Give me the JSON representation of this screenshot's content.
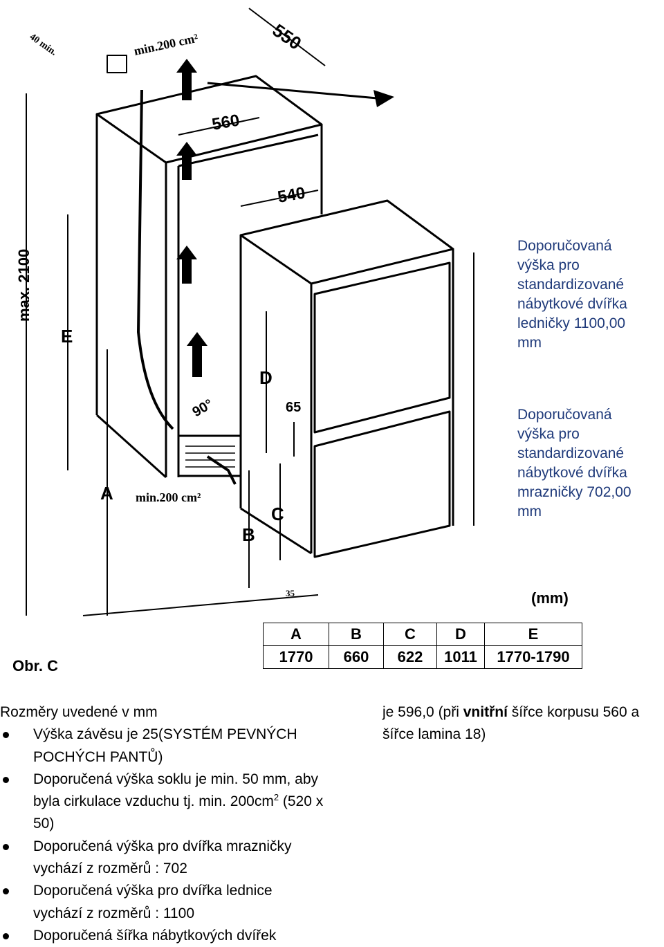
{
  "drawing": {
    "labels": {
      "gap_40": "40 min.",
      "vent_top": "min.200 cm²",
      "vent_bottom": "min.200 cm²",
      "depth_550": "550",
      "depth_560": "560",
      "depth_540": "540",
      "max_height": "max. 2100",
      "angle": "90°",
      "gap_65": "65",
      "gap_35": "35",
      "letter_a": "A",
      "letter_b": "B",
      "letter_c": "C",
      "letter_d": "D",
      "letter_e": "E"
    }
  },
  "notes": {
    "fridge_door": "Doporučovaná\nvýška pro\nstandardizované\nnábytkové dvířka\nledničky 1100,00\nmm",
    "freezer_door": "Doporučovaná\nvýška pro\nstandardizované\nnábytkové dvířka\nmrazničky 702,00\nmm"
  },
  "unit_label": "(mm)",
  "figure_label": "Obr. C",
  "table": {
    "headers": [
      "A",
      "B",
      "C",
      "D",
      "E"
    ],
    "values": [
      "1770",
      "660",
      "622",
      "1011",
      "1770-1790"
    ]
  },
  "text": {
    "intro": "Rozměry uvedené v mm",
    "bullet1": "Výška závěsu je 25(SYSTÉM PEVNÝCH POCHÝCH PANTŮ)",
    "bullet2_a": "Doporučená výška soklu je min. 50 mm, aby byla cirkulace vzduchu tj. min. 200cm",
    "bullet2_sup": "2",
    "bullet2_b": " (520 x 50)",
    "bullet3": "Doporučená výška pro dvířka mrazničky vychází z rozměrů : 702",
    "bullet4": "Doporučená výška pro dvířka lednice vychází z rozměrů : 1100",
    "bullet5": "Doporučená šířka nábytkových dvířek",
    "right_a": "je 596,0 (při ",
    "right_bold": "vnitřní",
    "right_b": " šířce korpusu 560 a šířce lamina 18)"
  }
}
